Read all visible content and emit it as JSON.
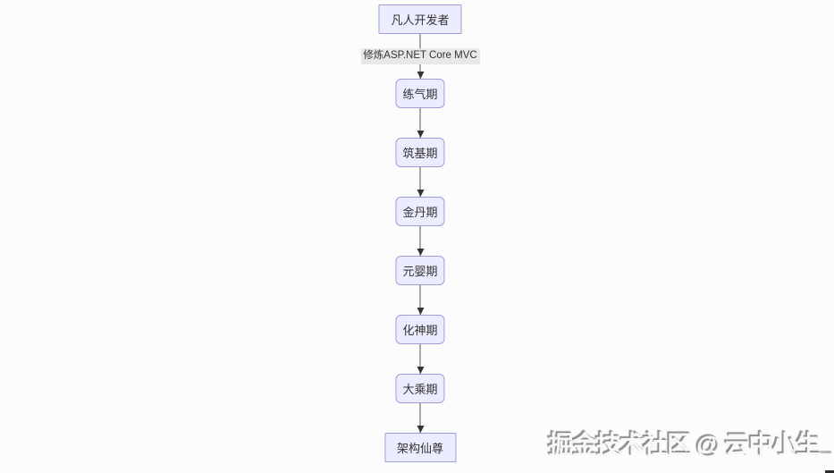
{
  "diagram": {
    "type": "flowchart",
    "direction": "top-down",
    "nodes": [
      {
        "id": "mortal-developer",
        "label": "凡人开发者",
        "shape": "rect"
      },
      {
        "id": "qi-refining",
        "label": "练气期",
        "shape": "rounded"
      },
      {
        "id": "foundation",
        "label": "筑基期",
        "shape": "rounded"
      },
      {
        "id": "golden-core",
        "label": "金丹期",
        "shape": "rounded"
      },
      {
        "id": "nascent-soul",
        "label": "元婴期",
        "shape": "rounded"
      },
      {
        "id": "spirit-transform",
        "label": "化神期",
        "shape": "rounded"
      },
      {
        "id": "mahayana",
        "label": "大乘期",
        "shape": "rounded"
      },
      {
        "id": "architect-immortal",
        "label": "架构仙尊",
        "shape": "rect"
      }
    ],
    "edges": [
      {
        "from": "mortal-developer",
        "to": "qi-refining",
        "label": "修炼ASP.NET Core MVC"
      },
      {
        "from": "qi-refining",
        "to": "foundation",
        "label": ""
      },
      {
        "from": "foundation",
        "to": "golden-core",
        "label": ""
      },
      {
        "from": "golden-core",
        "to": "nascent-soul",
        "label": ""
      },
      {
        "from": "nascent-soul",
        "to": "spirit-transform",
        "label": ""
      },
      {
        "from": "spirit-transform",
        "to": "mahayana",
        "label": ""
      },
      {
        "from": "mahayana",
        "to": "architect-immortal",
        "label": ""
      }
    ],
    "colors": {
      "node_fill": "#ECECFF",
      "node_border": "#9e9ed6",
      "node_text": "#333333",
      "edge_line": "#555555",
      "edge_label_bg": "#e8e8e8",
      "background": "#fcfcfc"
    }
  },
  "watermark": {
    "text": "掘金技术社区 @ 云中小生"
  }
}
